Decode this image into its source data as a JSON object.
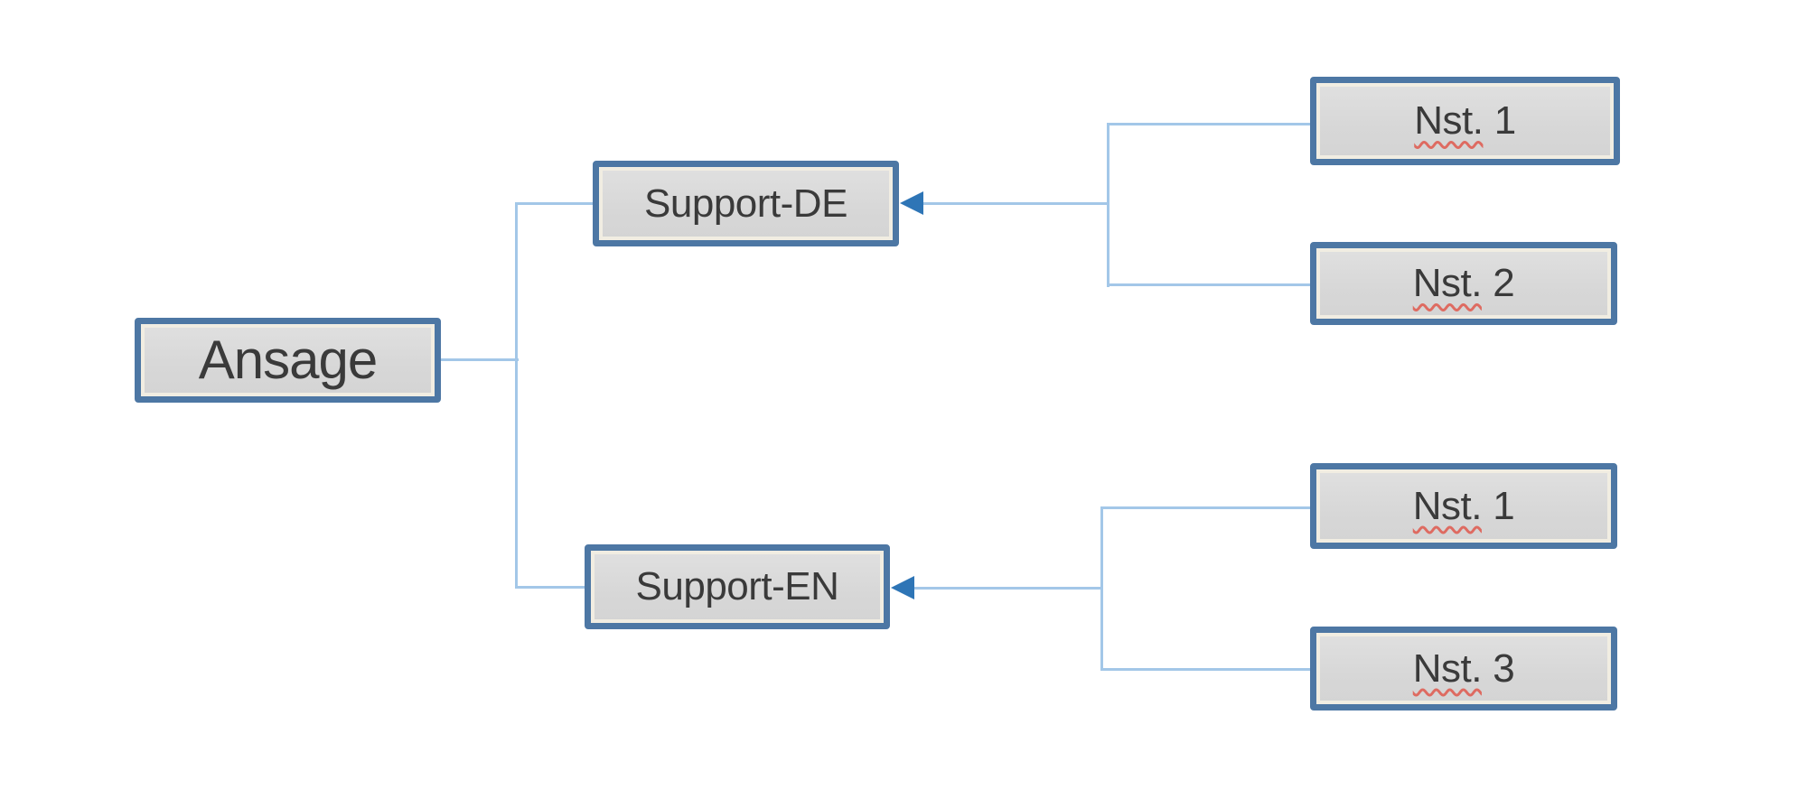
{
  "diagram": {
    "type": "org-chart",
    "nodes": {
      "root": {
        "label": "Ansage"
      },
      "support_de": {
        "label": "Support-DE"
      },
      "support_en": {
        "label": "Support-EN"
      },
      "nst1_top": {
        "word": "Nst.",
        "num": "1",
        "misspelled": true
      },
      "nst2": {
        "word": "Nst.",
        "num": "2",
        "misspelled": true
      },
      "nst1_bottom": {
        "word": "Nst.",
        "num": "1",
        "misspelled": true
      },
      "nst3": {
        "word": "Nst.",
        "num": "3",
        "misspelled": true
      }
    },
    "edges": [
      {
        "from": "Ansage",
        "to": "Support-DE",
        "style": "elbow",
        "arrow": false
      },
      {
        "from": "Ansage",
        "to": "Support-EN",
        "style": "elbow",
        "arrow": false
      },
      {
        "from": "Nst. 1",
        "to": "Support-DE",
        "style": "elbow",
        "arrow": true
      },
      {
        "from": "Nst. 2",
        "to": "Support-DE",
        "style": "elbow",
        "arrow": true
      },
      {
        "from": "Nst. 1",
        "to": "Support-EN",
        "style": "elbow",
        "arrow": true
      },
      {
        "from": "Nst. 3",
        "to": "Support-EN",
        "style": "elbow",
        "arrow": true
      }
    ]
  },
  "colors": {
    "box_border": "#4d77a4",
    "box_fill": "#d9d9d9",
    "box_inner_highlight": "#f1ede2",
    "connector": "#a3c7e8",
    "arrowhead": "#2e75b6",
    "text": "#3a3a3a",
    "spellcheck": "#de6b61"
  }
}
